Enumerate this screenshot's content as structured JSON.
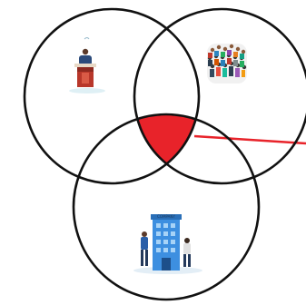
{
  "diagram": {
    "type": "venn",
    "circles": [
      {
        "name": "speaker",
        "icon": "speaker-at-podium-icon"
      },
      {
        "name": "audience",
        "icon": "crowd-icon"
      },
      {
        "name": "company",
        "icon": "company-building-icon"
      }
    ],
    "building_sign": "COMPANY",
    "highlight": {
      "region": "intersection-of-all-three",
      "fill": "#e8232a",
      "pointer_color": "#e8232a"
    },
    "outline_color": "#111111"
  }
}
